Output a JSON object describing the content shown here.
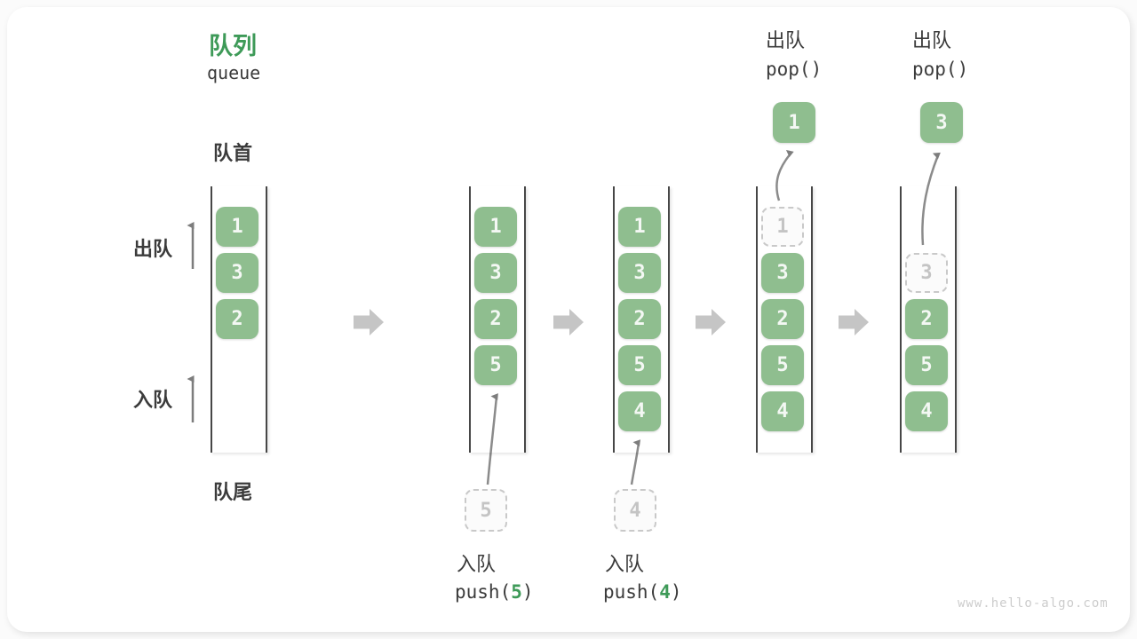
{
  "title": {
    "zh": "队列",
    "en": "queue"
  },
  "side_labels": {
    "front": "队首",
    "dequeue": "出队",
    "enqueue": "入队",
    "rear": "队尾"
  },
  "colors": {
    "box_green": "#8FBE8F",
    "title_green": "#3E9A58",
    "text_dark": "#3B3B3B",
    "block_arrow_gray": "#C5C5C5",
    "dashed_border_gray": "#C9C9C9",
    "faded_digit_gray": "#C4C4C4",
    "watermark_gray": "#CCCCCC"
  },
  "states": [
    {
      "name": "initial",
      "boxes": [
        "1",
        "3",
        "2"
      ]
    },
    {
      "name": "after-push-5",
      "boxes": [
        "1",
        "3",
        "2",
        "5"
      ],
      "pending_value": "5",
      "op": {
        "label": "入队",
        "fn": "push(",
        "arg": "5",
        "close": ")"
      }
    },
    {
      "name": "after-push-4",
      "boxes": [
        "1",
        "3",
        "2",
        "5",
        "4"
      ],
      "pending_value": "4",
      "op": {
        "label": "入队",
        "fn": "push(",
        "arg": "4",
        "close": ")"
      }
    },
    {
      "name": "pop-1",
      "removed_value": "1",
      "boxes": [
        "3",
        "2",
        "5",
        "4"
      ],
      "popped_value": "1",
      "op": {
        "label": "出队",
        "call": "pop()"
      }
    },
    {
      "name": "pop-3",
      "removed_value": "3",
      "boxes": [
        "2",
        "5",
        "4"
      ],
      "popped_value": "3",
      "op": {
        "label": "出队",
        "call": "pop()"
      }
    }
  ],
  "watermark": "www.hello-algo.com"
}
